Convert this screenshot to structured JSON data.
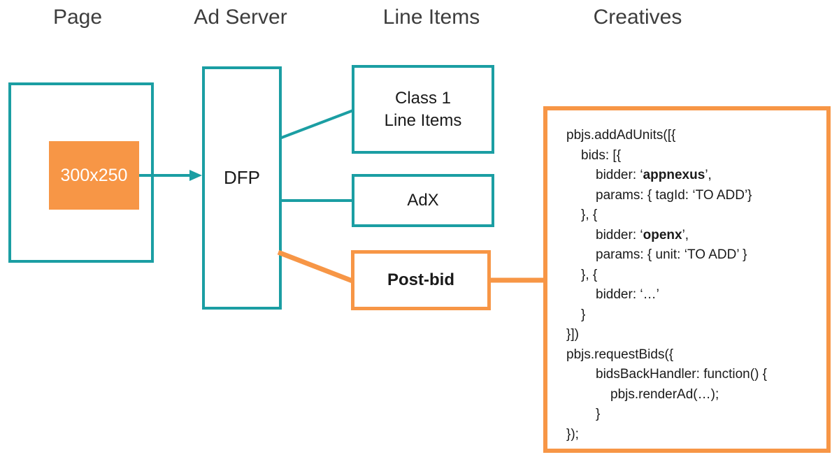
{
  "colors": {
    "teal": "#1b9ea3",
    "orange": "#f79646",
    "heading": "#3d3d3d",
    "ink": "#1a1a1a",
    "white": "#ffffff"
  },
  "headers": [
    {
      "label": "Page"
    },
    {
      "label": "Ad Server"
    },
    {
      "label": "Line Items"
    },
    {
      "label": "Creatives"
    }
  ],
  "page": {
    "ad_unit_label": "300x250"
  },
  "ad_server": {
    "dfp_label": "DFP"
  },
  "line_items": {
    "class1_line1": "Class 1",
    "class1_line2": "Line Items",
    "adx_label": "AdX",
    "postbid_label": "Post-bid"
  },
  "creatives": {
    "code_lines": [
      {
        "indent": 0,
        "segments": [
          {
            "text": "pbjs.addAdUnits([{"
          }
        ]
      },
      {
        "indent": 1,
        "segments": [
          {
            "text": "bids: [{"
          }
        ]
      },
      {
        "indent": 2,
        "segments": [
          {
            "text": "bidder: ‘"
          },
          {
            "text": "appnexus",
            "bold": true
          },
          {
            "text": "’,"
          }
        ]
      },
      {
        "indent": 2,
        "segments": [
          {
            "text": "params: { tagId: ‘TO ADD’}"
          }
        ]
      },
      {
        "indent": 1,
        "segments": [
          {
            "text": "}, {"
          }
        ]
      },
      {
        "indent": 2,
        "segments": [
          {
            "text": "bidder: ‘"
          },
          {
            "text": "openx",
            "bold": true
          },
          {
            "text": "’,"
          }
        ]
      },
      {
        "indent": 2,
        "segments": [
          {
            "text": "params: { unit: ‘TO ADD’ }"
          }
        ]
      },
      {
        "indent": 1,
        "segments": [
          {
            "text": "}, {"
          }
        ]
      },
      {
        "indent": 2,
        "segments": [
          {
            "text": "bidder: ‘…’"
          }
        ]
      },
      {
        "indent": 1,
        "segments": [
          {
            "text": "}"
          }
        ]
      },
      {
        "indent": 0,
        "segments": [
          {
            "text": "}])"
          }
        ]
      },
      {
        "indent": 0,
        "segments": [
          {
            "text": "pbjs.requestBids({"
          }
        ]
      },
      {
        "indent": 2,
        "segments": [
          {
            "text": "bidsBackHandler: function() {"
          }
        ]
      },
      {
        "indent": 3,
        "segments": [
          {
            "text": "pbjs.renderAd(…);"
          }
        ]
      },
      {
        "indent": 2,
        "segments": [
          {
            "text": "}"
          }
        ]
      },
      {
        "indent": 0,
        "segments": [
          {
            "text": "});"
          }
        ]
      }
    ]
  }
}
